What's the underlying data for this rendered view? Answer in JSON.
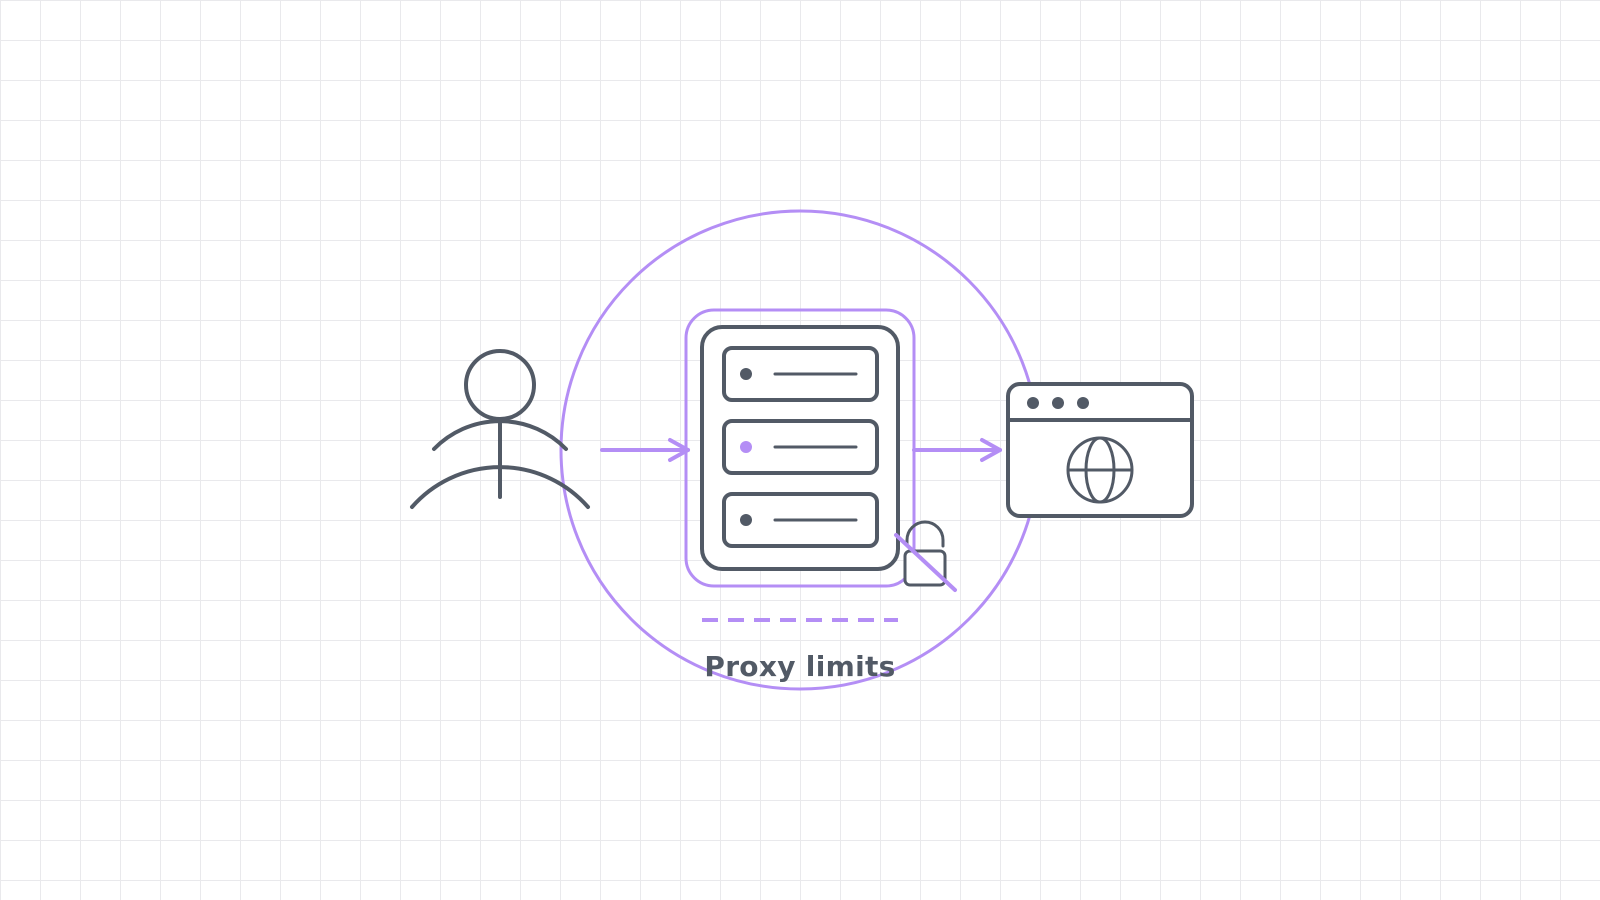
{
  "diagram": {
    "caption": "Proxy limits",
    "nodes": [
      {
        "id": "user",
        "icon": "user-icon",
        "interactable": false
      },
      {
        "id": "proxy-server",
        "icon": "server-stack-icon",
        "interactable": false
      },
      {
        "id": "website",
        "icon": "browser-window-icon",
        "interactable": false
      }
    ],
    "edges": [
      {
        "from": "user",
        "to": "proxy-server"
      },
      {
        "from": "proxy-server",
        "to": "website"
      }
    ],
    "badges": [
      {
        "icon": "unlocked-padlock-crossed-icon",
        "attached_to": "proxy-server"
      }
    ],
    "colors": {
      "accent": "#b48ef5",
      "stroke": "#525a66",
      "grid": "#e9e9ec",
      "background": "#ffffff"
    }
  }
}
